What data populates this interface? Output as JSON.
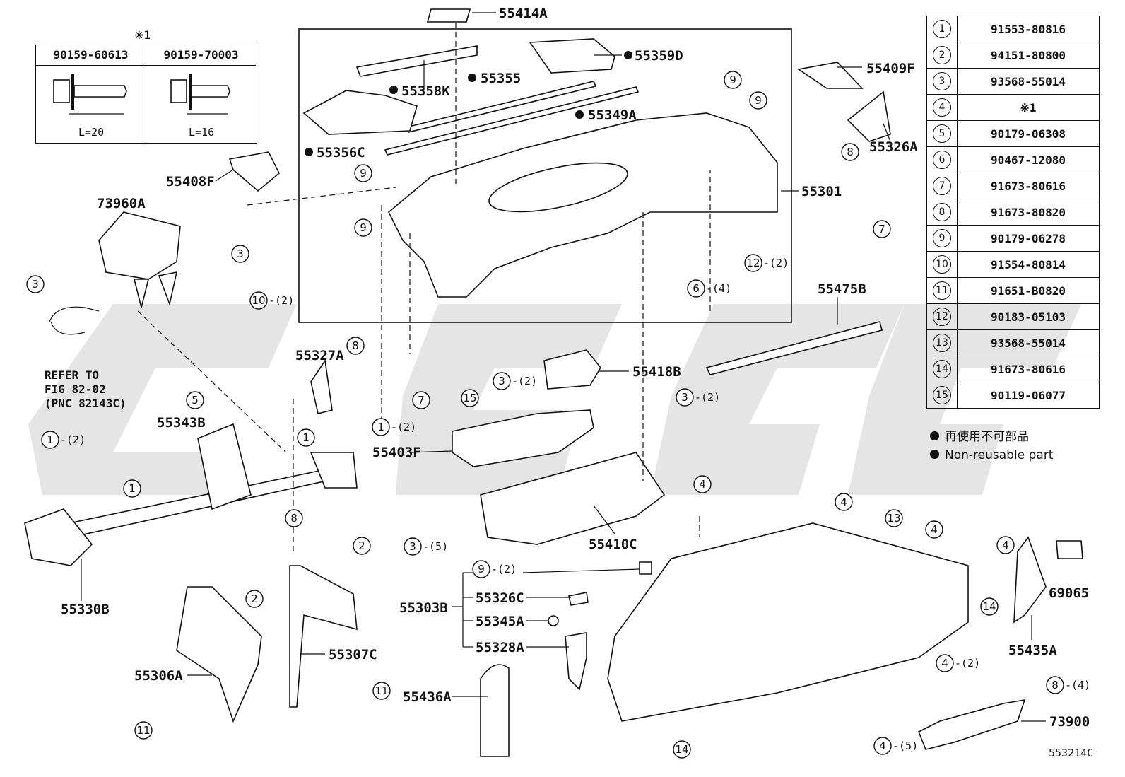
{
  "fastener_box": {
    "note": "※1",
    "bolts": [
      {
        "part": "90159-60613",
        "length": "L=20"
      },
      {
        "part": "90159-70003",
        "length": "L=16"
      }
    ]
  },
  "reference_note": "REFER TO\nFIG 82-02\n(PNC 82143C)",
  "diagram_number": "553214C",
  "legend": {
    "rows": [
      {
        "num": "1",
        "part": "91553-80816"
      },
      {
        "num": "2",
        "part": "94151-80800"
      },
      {
        "num": "3",
        "part": "93568-55014"
      },
      {
        "num": "4",
        "part": "※1"
      },
      {
        "num": "5",
        "part": "90179-06308"
      },
      {
        "num": "6",
        "part": "90467-12080"
      },
      {
        "num": "7",
        "part": "91673-80616"
      },
      {
        "num": "8",
        "part": "91673-80820"
      },
      {
        "num": "9",
        "part": "90179-06278"
      },
      {
        "num": "10",
        "part": "91554-80814"
      },
      {
        "num": "11",
        "part": "91651-B0820"
      },
      {
        "num": "12",
        "part": "90183-05103"
      },
      {
        "num": "13",
        "part": "93568-55014"
      },
      {
        "num": "14",
        "part": "91673-80616"
      },
      {
        "num": "15",
        "part": "90119-06077"
      }
    ],
    "notes": [
      "再使用不可部品",
      "Non-reusable part"
    ]
  },
  "part_labels": {
    "p55414A": "55414A",
    "p55359D": "55359D",
    "p55358K": "55358K",
    "p55355": "55355",
    "p55349A": "55349A",
    "p55356C": "55356C",
    "p55409F": "55409F",
    "p55326A": "55326A",
    "p55301": "55301",
    "p55408F": "55408F",
    "p73960A": "73960A",
    "p55475B": "55475B",
    "p55327A": "55327A",
    "p55418B": "55418B",
    "p55343B": "55343B",
    "p55403F": "55403F",
    "p55410C": "55410C",
    "p55330B": "55330B",
    "p55303B": "55303B",
    "p55326C": "55326C",
    "p55345A": "55345A",
    "p55328A": "55328A",
    "p55306A": "55306A",
    "p55307C": "55307C",
    "p55436A": "55436A",
    "p69065": "69065",
    "p55435A": "55435A",
    "p73900": "73900"
  },
  "callouts": {
    "q2": "-(2)",
    "q4": "-(4)",
    "q5": "-(5)"
  }
}
